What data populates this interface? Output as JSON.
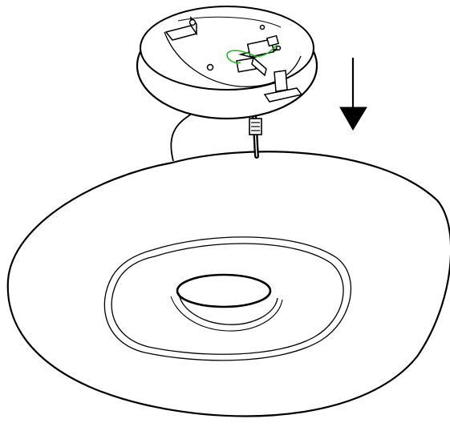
{
  "diagram": {
    "kind": "installation-illustration",
    "text_labels": [],
    "colors": {
      "line": "#000000",
      "background": "#ffffff",
      "ground_wire": "#22bb22"
    },
    "parts": [
      {
        "name": "ceiling-canopy"
      },
      {
        "name": "mounting-bracket"
      },
      {
        "name": "terminal-block"
      },
      {
        "name": "ground-wire"
      },
      {
        "name": "power-cable"
      },
      {
        "name": "safety-cable"
      },
      {
        "name": "lamp-shade"
      },
      {
        "name": "light-diffuser-ring"
      },
      {
        "name": "center-opening"
      },
      {
        "name": "direction-arrow"
      }
    ]
  }
}
